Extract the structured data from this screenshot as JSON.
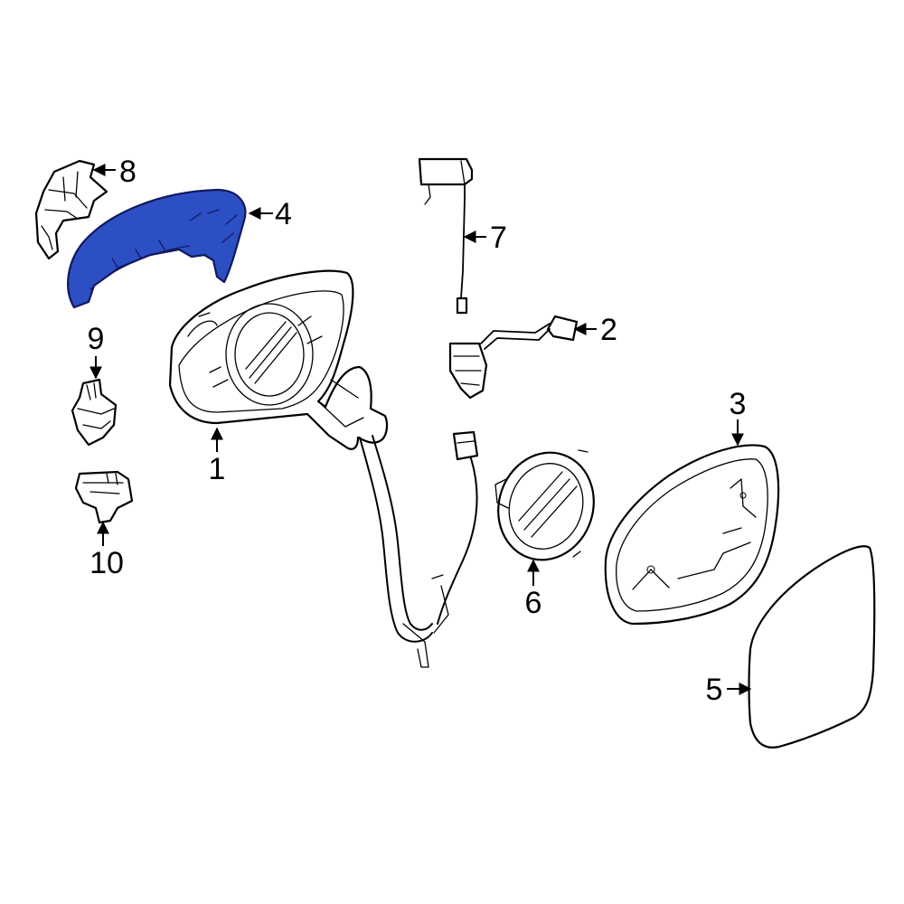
{
  "colors": {
    "highlight": "#2d4fc4",
    "highlight_stroke": "#101a5e",
    "line": "#000000",
    "background": "#ffffff"
  },
  "highlighted_part": "4",
  "callouts": [
    {
      "id": "c1",
      "label": "1"
    },
    {
      "id": "c2",
      "label": "2"
    },
    {
      "id": "c3",
      "label": "3"
    },
    {
      "id": "c4",
      "label": "4"
    },
    {
      "id": "c5",
      "label": "5"
    },
    {
      "id": "c6",
      "label": "6"
    },
    {
      "id": "c7",
      "label": "7"
    },
    {
      "id": "c8",
      "label": "8"
    },
    {
      "id": "c9",
      "label": "9"
    },
    {
      "id": "c10",
      "label": "10"
    }
  ]
}
